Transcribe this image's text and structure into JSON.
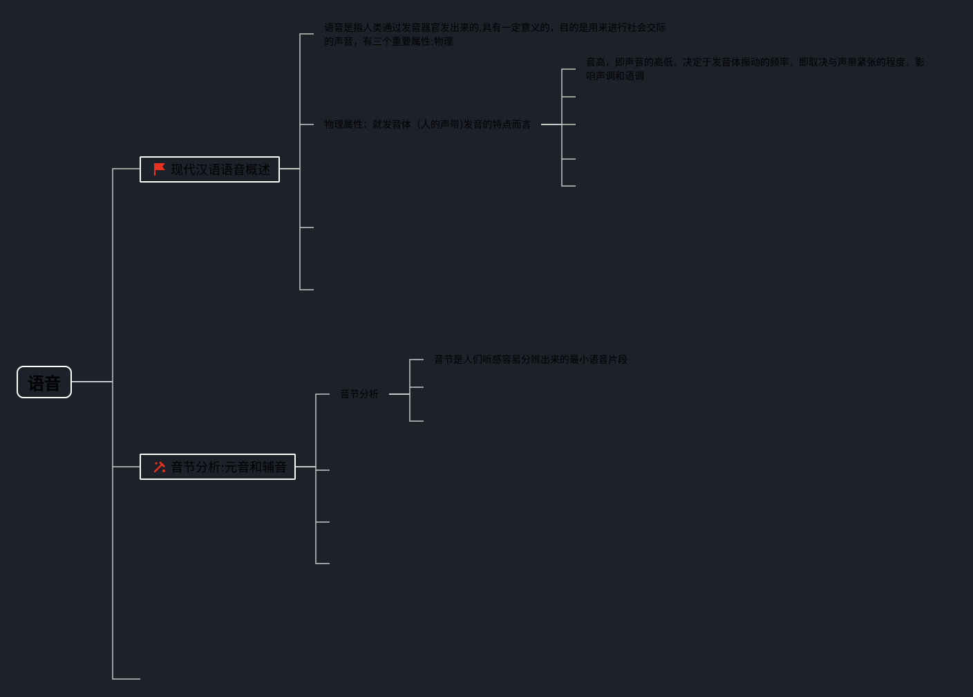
{
  "root": {
    "label": "语音"
  },
  "topics": [
    {
      "label": "现代汉语语音概述",
      "icon": "red-flag-icon",
      "children": [
        {
          "label": "语音是指人类通过发音器官发出来的,具有一定意义的，目的是用来进行社会交际的声音，有三个重要属性:物理"
        },
        {
          "label": "物理属性：就发音体（人的声带)发音的特点而言",
          "children": [
            {
              "label": "音高，即声音的高低，决定于发音体振动的频率，即取决与声带紧张的程度，影响声调和语调"
            }
          ]
        }
      ]
    },
    {
      "label": "音节分析:元音和辅音",
      "icon": "tools-icon",
      "children": [
        {
          "label": "音节分析",
          "children": [
            {
              "label": "音节是人们听感容易分辨出来的最小语音片段"
            }
          ]
        }
      ]
    }
  ],
  "colors": {
    "background": "#1d222a",
    "connector": "#ffffff",
    "text": "#000000",
    "flag": "#e6321e",
    "tools": "#e6321e"
  }
}
